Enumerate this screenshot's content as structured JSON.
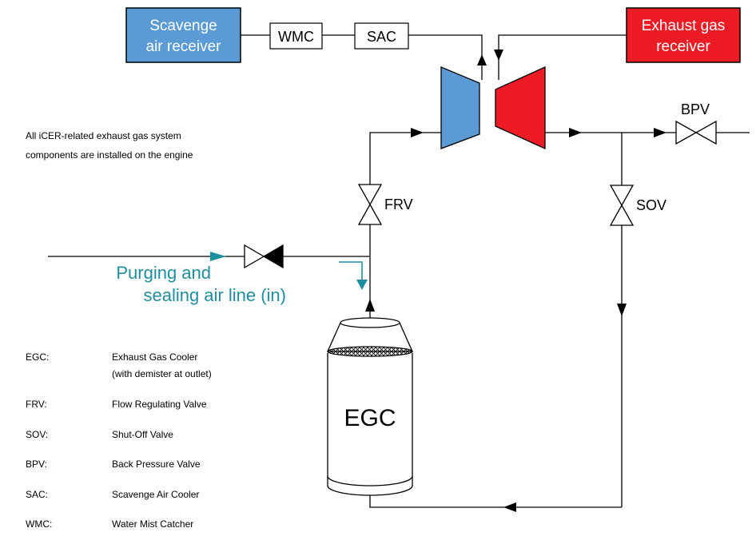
{
  "boxes": {
    "scavenge": {
      "line1": "Scavenge",
      "line2": "air receiver",
      "color": "#5b9bd5"
    },
    "wmc": "WMC",
    "sac": "SAC",
    "exhaust": {
      "line1": "Exhaust gas",
      "line2": "receiver",
      "color": "#ed1c24"
    }
  },
  "valves": {
    "bpv": "BPV",
    "frv": "FRV",
    "sov": "SOV"
  },
  "note": {
    "line1": "All iCER-related exhaust gas system",
    "line2": "components are installed on the engine"
  },
  "purging": {
    "line1": "Purging and",
    "line2": "sealing air line (in)",
    "color": "#1f8fa0"
  },
  "egc_label": "EGC",
  "legend": [
    {
      "abbr": "EGC:",
      "line1": "Exhaust Gas Cooler",
      "line2": "(with demister at outlet)"
    },
    {
      "abbr": "FRV:",
      "line1": "Flow Regulating Valve"
    },
    {
      "abbr": "SOV:",
      "line1": "Shut-Off Valve"
    },
    {
      "abbr": "BPV:",
      "line1": "Back Pressure Valve"
    },
    {
      "abbr": "SAC:",
      "line1": "Scavenge Air Cooler"
    },
    {
      "abbr": "WMC:",
      "line1": "Water Mist Catcher"
    }
  ],
  "colors": {
    "compressor": "#5b9bd5",
    "turbine": "#ed1c24",
    "line": "#000000"
  }
}
